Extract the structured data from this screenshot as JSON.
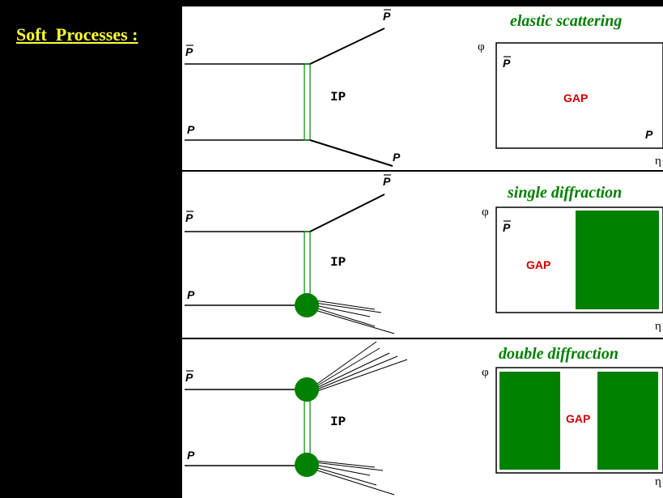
{
  "sidebar": {
    "title": "Soft  Processes :"
  },
  "colors": {
    "title": "#008000",
    "gap_text": "#cc0000",
    "blob": "#008000",
    "fill": "#008000",
    "pomeron": "#008000"
  },
  "panels": [
    {
      "title": "elastic scattering",
      "top_in": "P",
      "bottom_in": "P",
      "out_top": "P",
      "out_bottom": "P",
      "exchange": "IP",
      "plot": {
        "y_axis": "φ",
        "x_axis": "η",
        "label_tl": "P",
        "label_br": "P",
        "gap": "GAP"
      }
    },
    {
      "title": "single diffraction",
      "top_in": "P",
      "bottom_in": "P",
      "out_top": "P",
      "exchange": "IP",
      "plot": {
        "y_axis": "φ",
        "x_axis": "η",
        "label_tl": "P",
        "gap": "GAP"
      }
    },
    {
      "title": "double diffraction",
      "top_in": "P",
      "bottom_in": "P",
      "exchange": "IP",
      "plot": {
        "y_axis": "φ",
        "x_axis": "η",
        "gap": "GAP"
      }
    }
  ]
}
